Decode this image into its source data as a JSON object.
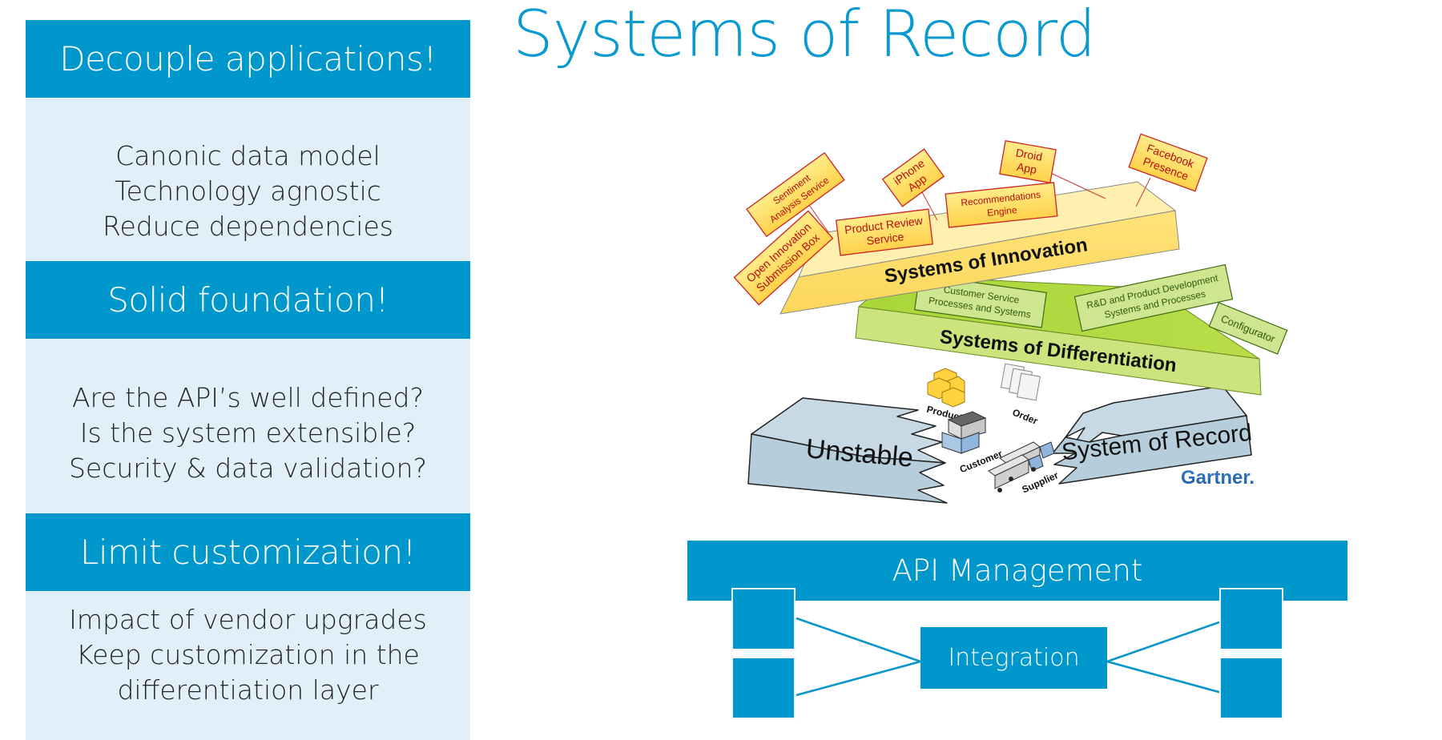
{
  "title": "Systems of Record",
  "colors": {
    "accent": "#0098cc",
    "panel_body": "#e1f0f8",
    "title": "#0a9ad0",
    "innovation_layer": "#ffdf6e",
    "differentiation_layer": "#c9e37a",
    "record_layer": "#b8cfdc",
    "label_border": "#cc2222",
    "label_text": "#b01010"
  },
  "panels": [
    {
      "heading": "Decouple applications!",
      "lines": [
        "Canonic data model",
        "Technology agnostic",
        "Reduce dependencies"
      ]
    },
    {
      "heading": "Solid foundation!",
      "lines": [
        "Are the API’s well defined?",
        "Is the system extensible?",
        "Security & data validation?"
      ]
    },
    {
      "heading": "Limit customization!",
      "lines": [
        "Impact of vendor upgrades",
        "Keep customization in the",
        "differentiation layer"
      ]
    }
  ],
  "pace_layers": {
    "innovation": {
      "label": "Systems of Innovation",
      "tags": [
        {
          "text": [
            "Sentiment",
            "Analysis Service"
          ]
        },
        {
          "text": [
            "Open Innovation",
            "Submission Box"
          ]
        },
        {
          "text": [
            "Product Review",
            "Service"
          ]
        },
        {
          "text": [
            "iPhone",
            "App"
          ]
        },
        {
          "text": [
            "Recommendations",
            "Engine"
          ]
        },
        {
          "text": [
            "Droid",
            "App"
          ]
        },
        {
          "text": [
            "Facebook",
            "Presence"
          ]
        }
      ]
    },
    "differentiation": {
      "label": "Systems of Differentiation",
      "tags": [
        {
          "text": [
            "Customer Service",
            "Processes and Systems"
          ]
        },
        {
          "text": [
            "R&D and Product Development",
            "Systems and Processes"
          ]
        },
        {
          "text": [
            "Configurator"
          ]
        }
      ]
    },
    "record": {
      "left_label": "Unstable",
      "right_label": "System of Record",
      "entities": [
        "Product",
        "Order",
        "Customer",
        "Supplier"
      ]
    },
    "source_logo": "Gartner."
  },
  "architecture": {
    "api_management": "API Management",
    "integration": "Integration"
  }
}
